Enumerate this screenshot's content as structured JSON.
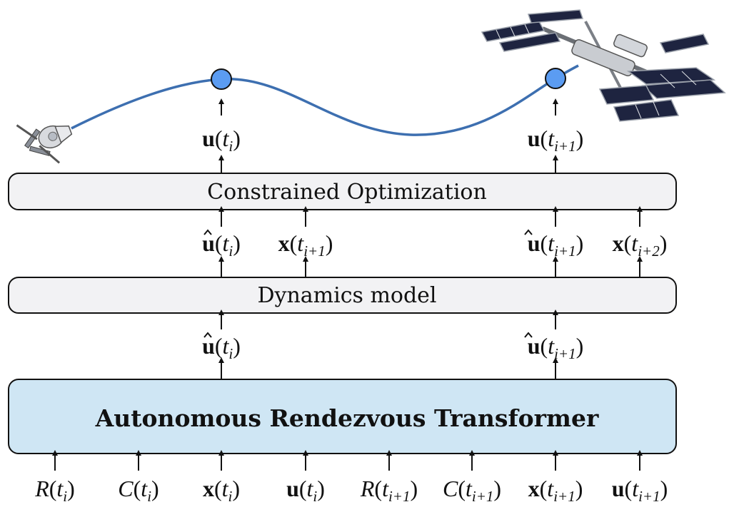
{
  "boxes": {
    "optimization": "Constrained Optimization",
    "dynamics": "Dynamics model",
    "transformer": "Autonomous Rendezvous Transformer"
  },
  "colors": {
    "box_fill": "#f2f2f4",
    "transformer_fill": "#cfe6f4",
    "trajectory": "#3d6fb0",
    "waypoint": "#5b9cf2"
  },
  "labels": {
    "top": [
      {
        "base": "u",
        "hat": false,
        "arg": "t",
        "sub": "i"
      },
      {
        "base": "u",
        "hat": false,
        "arg": "t",
        "sub": "i+1"
      }
    ],
    "middle": [
      {
        "base": "u",
        "hat": true,
        "arg": "t",
        "sub": "i"
      },
      {
        "base": "x",
        "hat": false,
        "arg": "t",
        "sub": "i+1"
      },
      {
        "base": "u",
        "hat": true,
        "arg": "t",
        "sub": "i+1"
      },
      {
        "base": "x",
        "hat": false,
        "arg": "t",
        "sub": "i+2"
      }
    ],
    "lower": [
      {
        "base": "u",
        "hat": true,
        "arg": "t",
        "sub": "i"
      },
      {
        "base": "u",
        "hat": true,
        "arg": "t",
        "sub": "i+1"
      }
    ],
    "inputs": [
      {
        "base": "R",
        "style": "it",
        "arg": "t",
        "sub": "i"
      },
      {
        "base": "C",
        "style": "it",
        "arg": "t",
        "sub": "i"
      },
      {
        "base": "x",
        "style": "bold",
        "arg": "t",
        "sub": "i"
      },
      {
        "base": "u",
        "style": "bold",
        "arg": "t",
        "sub": "i"
      },
      {
        "base": "R",
        "style": "it",
        "arg": "t",
        "sub": "i+1"
      },
      {
        "base": "C",
        "style": "it",
        "arg": "t",
        "sub": "i+1"
      },
      {
        "base": "x",
        "style": "bold",
        "arg": "t",
        "sub": "i+1"
      },
      {
        "base": "u",
        "style": "bold",
        "arg": "t",
        "sub": "i+1"
      }
    ]
  },
  "icons": [
    "spacecraft-icon",
    "space-station-icon"
  ]
}
